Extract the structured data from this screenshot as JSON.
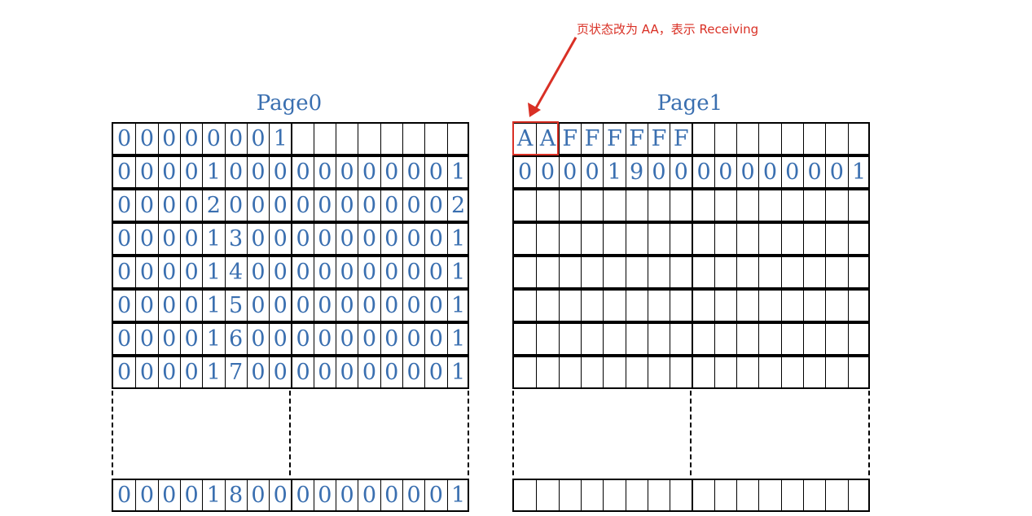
{
  "annotation": {
    "text": "页状态改为 AA，表示 Receiving",
    "color": "#d93025"
  },
  "pages": [
    {
      "title": "Page0",
      "rows_top": [
        [
          "0",
          "0",
          "0",
          "0",
          "0",
          "0",
          "0",
          "1",
          "",
          "",
          "",
          "",
          "",
          "",
          "",
          ""
        ],
        [
          "0",
          "0",
          "0",
          "0",
          "1",
          "0",
          "0",
          "0",
          "0",
          "0",
          "0",
          "0",
          "0",
          "0",
          "0",
          "1"
        ],
        [
          "0",
          "0",
          "0",
          "0",
          "2",
          "0",
          "0",
          "0",
          "0",
          "0",
          "0",
          "0",
          "0",
          "0",
          "0",
          "2"
        ],
        [
          "0",
          "0",
          "0",
          "0",
          "1",
          "3",
          "0",
          "0",
          "0",
          "0",
          "0",
          "0",
          "0",
          "0",
          "0",
          "1"
        ],
        [
          "0",
          "0",
          "0",
          "0",
          "1",
          "4",
          "0",
          "0",
          "0",
          "0",
          "0",
          "0",
          "0",
          "0",
          "0",
          "1"
        ],
        [
          "0",
          "0",
          "0",
          "0",
          "1",
          "5",
          "0",
          "0",
          "0",
          "0",
          "0",
          "0",
          "0",
          "0",
          "0",
          "1"
        ],
        [
          "0",
          "0",
          "0",
          "0",
          "1",
          "6",
          "0",
          "0",
          "0",
          "0",
          "0",
          "0",
          "0",
          "0",
          "0",
          "1"
        ],
        [
          "0",
          "0",
          "0",
          "0",
          "1",
          "7",
          "0",
          "0",
          "0",
          "0",
          "0",
          "0",
          "0",
          "0",
          "0",
          "1"
        ]
      ],
      "row_bottom": [
        "0",
        "0",
        "0",
        "0",
        "1",
        "8",
        "0",
        "0",
        "0",
        "0",
        "0",
        "0",
        "0",
        "0",
        "0",
        "1"
      ]
    },
    {
      "title": "Page1",
      "rows_top": [
        [
          "A",
          "A",
          "F",
          "F",
          "F",
          "F",
          "F",
          "F",
          "",
          "",
          "",
          "",
          "",
          "",
          "",
          ""
        ],
        [
          "0",
          "0",
          "0",
          "0",
          "1",
          "9",
          "0",
          "0",
          "0",
          "0",
          "0",
          "0",
          "0",
          "0",
          "0",
          "1"
        ],
        [
          "",
          "",
          "",
          "",
          "",
          "",
          "",
          "",
          "",
          "",
          "",
          "",
          "",
          "",
          "",
          ""
        ],
        [
          "",
          "",
          "",
          "",
          "",
          "",
          "",
          "",
          "",
          "",
          "",
          "",
          "",
          "",
          "",
          ""
        ],
        [
          "",
          "",
          "",
          "",
          "",
          "",
          "",
          "",
          "",
          "",
          "",
          "",
          "",
          "",
          "",
          ""
        ],
        [
          "",
          "",
          "",
          "",
          "",
          "",
          "",
          "",
          "",
          "",
          "",
          "",
          "",
          "",
          "",
          ""
        ],
        [
          "",
          "",
          "",
          "",
          "",
          "",
          "",
          "",
          "",
          "",
          "",
          "",
          "",
          "",
          "",
          ""
        ],
        [
          "",
          "",
          "",
          "",
          "",
          "",
          "",
          "",
          "",
          "",
          "",
          "",
          "",
          "",
          "",
          ""
        ]
      ],
      "row_bottom": [
        "",
        "",
        "",
        "",
        "",
        "",
        "",
        "",
        "",
        "",
        "",
        "",
        "",
        "",
        "",
        ""
      ]
    }
  ],
  "colors": {
    "text": "#3a6fb0",
    "grid": "#000000",
    "highlight": "#d93025"
  }
}
